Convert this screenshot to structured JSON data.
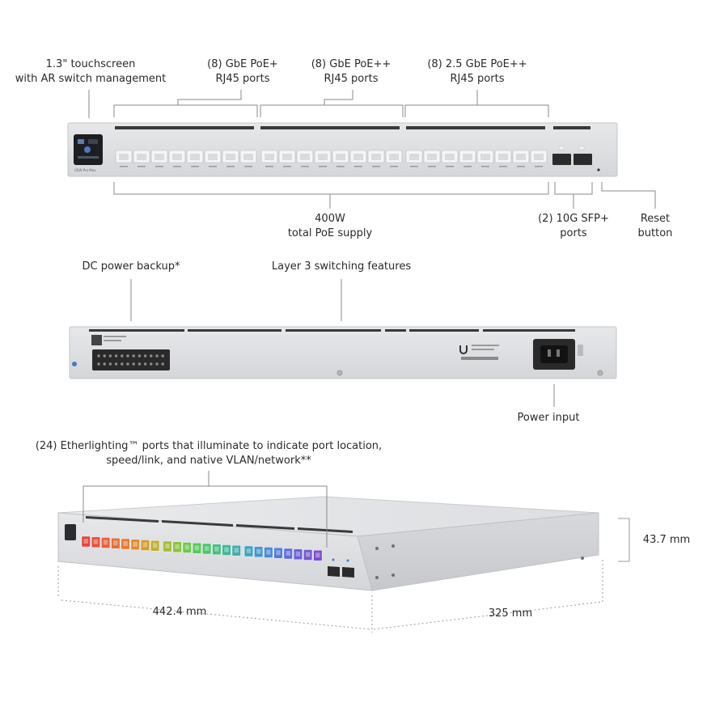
{
  "front_labels": {
    "touchscreen": [
      "1.3\" touchscreen",
      "with AR switch management"
    ],
    "gbe_poe_plus": [
      "(8) GbE PoE+",
      "RJ45 ports"
    ],
    "gbe_poe_plusplus": [
      "(8) GbE PoE++",
      "RJ45 ports"
    ],
    "mgig_poe_plusplus": [
      "(8) 2.5 GbE PoE++",
      "RJ45 ports"
    ],
    "poe_budget": [
      "400W",
      "total PoE supply"
    ],
    "sfp": [
      "(2) 10G SFP+",
      "ports"
    ],
    "reset": [
      "Reset",
      "button"
    ]
  },
  "rear_labels": {
    "dc_backup": "DC power backup*",
    "layer3": "Layer 3 switching features",
    "power_input": "Power input"
  },
  "iso_labels": {
    "etherlighting": [
      "(24) Etherlighting™ ports that illuminate to indicate port location,",
      "speed/link, and native VLAN/network**"
    ],
    "height": "43.7 mm",
    "width": "442.4 mm",
    "depth": "325 mm"
  },
  "device": {
    "model_mark": "USW Pro Max",
    "port_led_colors": [
      "#e2463f",
      "#e4523d",
      "#e5603a",
      "#e56e37",
      "#e47c33",
      "#df8c30",
      "#d39c2c",
      "#bfae2e",
      "#a3bc35",
      "#87c43e",
      "#6cc84b",
      "#58c85a",
      "#4cc46c",
      "#45bf80",
      "#40b895",
      "#3eaeaa",
      "#3ea3bd",
      "#4296cc",
      "#4a88d6",
      "#537adb",
      "#5c6ddc",
      "#6761d9",
      "#7257d3",
      "#7c4ecb"
    ]
  }
}
